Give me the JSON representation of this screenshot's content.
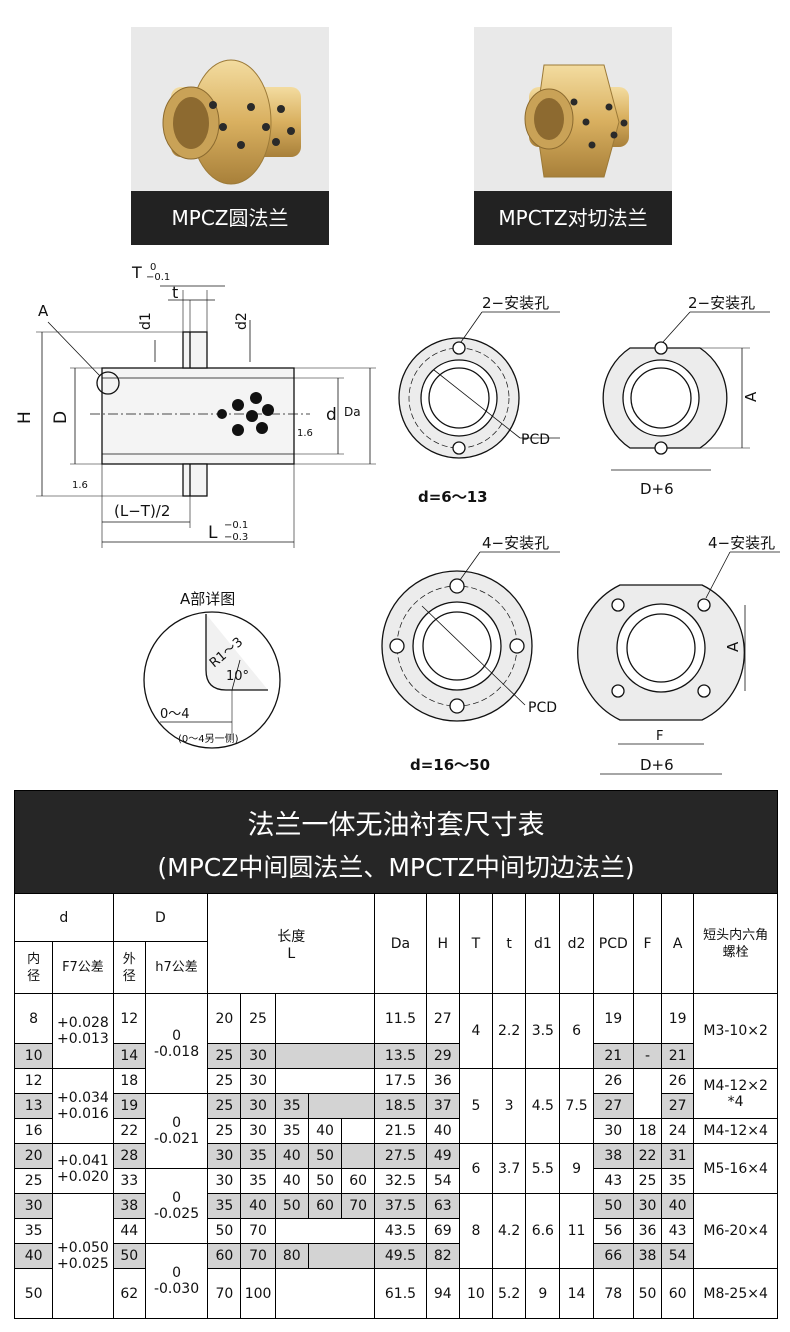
{
  "products": [
    {
      "label": "MPCZ圆法兰"
    },
    {
      "label": "MPCTZ对切法兰"
    }
  ],
  "drawing": {
    "tol_T_top": "0",
    "tol_T_bot": "−0.1",
    "T": "T",
    "t": "t",
    "d1": "d1",
    "d2": "d2",
    "A": "A",
    "H": "H",
    "D": "D",
    "d": "d",
    "Da": "Da",
    "rough1": "1.6",
    "rough2": "1.6",
    "half": "(L−T)/2",
    "L": "L",
    "tol_L_top": "−0.1",
    "tol_L_bot": "−0.3",
    "holes2": "2−安装孔",
    "holes2b": "2−安装孔",
    "holes4": "4−安装孔",
    "holes4b": "4−安装孔",
    "pcd": "PCD",
    "pcd2": "PCD",
    "range1": "d=6～13",
    "range2": "d=16～50",
    "dplus": "D+6",
    "dplus2": "D+6",
    "A1": "A",
    "A2": "A",
    "F": "F",
    "detail": "A部详图",
    "r": "R1～3",
    "angle": "10°",
    "zero4": "0～4",
    "zero4b": "(0～4另一侧)"
  },
  "table": {
    "title": "法兰一体无油衬套尺寸表",
    "subtitle": "(MPCZ中间圆法兰、MPCTZ中间切边法兰)",
    "h": {
      "d": "d",
      "D": "D",
      "len": "长度",
      "L": "L",
      "Da": "Da",
      "H": "H",
      "T": "T",
      "t": "t",
      "d1": "d1",
      "d2": "d2",
      "PCD": "PCD",
      "F": "F",
      "A": "A",
      "bolt1": "短头内六角",
      "bolt2": "螺栓",
      "nj1": "内",
      "nj2": "径",
      "f7": "F7公差",
      "wj1": "外",
      "wj2": "径",
      "h7": "h7公差"
    },
    "rows": [
      {
        "d": "8",
        "D": "12",
        "L": [
          "20",
          "25",
          "",
          "",
          ""
        ],
        "Da": "11.5",
        "H": "27",
        "PCD": "19",
        "A": "19"
      },
      {
        "d": "10",
        "D": "14",
        "L": [
          "25",
          "30",
          "",
          "",
          ""
        ],
        "Da": "13.5",
        "H": "29",
        "PCD": "21",
        "A": "21"
      },
      {
        "d": "12",
        "D": "18",
        "L": [
          "25",
          "30",
          "",
          "",
          ""
        ],
        "Da": "17.5",
        "H": "36",
        "PCD": "26",
        "A": "26"
      },
      {
        "d": "13",
        "D": "19",
        "L": [
          "25",
          "30",
          "35",
          "",
          ""
        ],
        "Da": "18.5",
        "H": "37",
        "PCD": "27",
        "A": "27"
      },
      {
        "d": "16",
        "D": "22",
        "L": [
          "25",
          "30",
          "35",
          "40",
          ""
        ],
        "Da": "21.5",
        "H": "40",
        "PCD": "30",
        "F": "18",
        "A": "24"
      },
      {
        "d": "20",
        "D": "28",
        "L": [
          "30",
          "35",
          "40",
          "50",
          ""
        ],
        "Da": "27.5",
        "H": "49",
        "PCD": "38",
        "F": "22",
        "A": "31"
      },
      {
        "d": "25",
        "D": "33",
        "L": [
          "30",
          "35",
          "40",
          "50",
          "60"
        ],
        "Da": "32.5",
        "H": "54",
        "PCD": "43",
        "F": "25",
        "A": "35"
      },
      {
        "d": "30",
        "D": "38",
        "L": [
          "35",
          "40",
          "50",
          "60",
          "70"
        ],
        "Da": "37.5",
        "H": "63",
        "PCD": "50",
        "F": "30",
        "A": "40"
      },
      {
        "d": "35",
        "D": "44",
        "L": [
          "50",
          "70",
          "",
          "",
          ""
        ],
        "Da": "43.5",
        "H": "69",
        "PCD": "56",
        "F": "36",
        "A": "43"
      },
      {
        "d": "40",
        "D": "50",
        "L": [
          "60",
          "70",
          "80",
          "",
          ""
        ],
        "Da": "49.5",
        "H": "82",
        "PCD": "66",
        "F": "38",
        "A": "54"
      },
      {
        "d": "50",
        "D": "62",
        "L": [
          "70",
          "100",
          "",
          "",
          ""
        ],
        "Da": "61.5",
        "H": "94",
        "PCD": "78",
        "F": "50",
        "A": "60"
      }
    ],
    "f7": [
      [
        "+0.028",
        "+0.013"
      ],
      [
        "+0.034",
        "+0.016"
      ],
      [
        "+0.041",
        "+0.020"
      ],
      [
        "+0.050",
        "+0.025"
      ]
    ],
    "h7": [
      [
        "0",
        "-0.018"
      ],
      [
        "0",
        "-0.021"
      ],
      [
        "0",
        "-0.025"
      ],
      [
        "0",
        "-0.030"
      ]
    ],
    "grp": [
      {
        "T": "4",
        "t": "2.2",
        "d1": "3.5",
        "d2": "6"
      },
      {
        "T": "5",
        "t": "3",
        "d1": "4.5",
        "d2": "7.5"
      },
      {
        "T": "6",
        "t": "3.7",
        "d1": "5.5",
        "d2": "9"
      },
      {
        "T": "8",
        "t": "4.2",
        "d1": "6.6",
        "d2": "11"
      },
      {
        "T": "10",
        "t": "5.2",
        "d1": "9",
        "d2": "14"
      }
    ],
    "F_dash": "-",
    "bolts": {
      "b1": "M3-10×2",
      "b2a": "M4-12×2",
      "b2b": "*4",
      "b3": "M4-12×4",
      "b4": "M5-16×4",
      "b5": "M6-20×4",
      "b6": "M8-25×4"
    }
  }
}
